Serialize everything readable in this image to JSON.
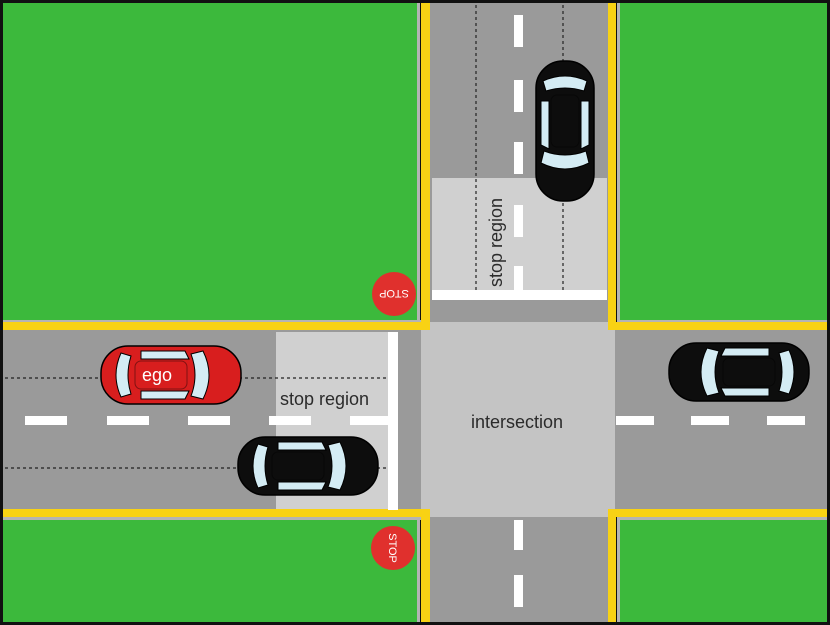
{
  "labels": {
    "intersection": "intersection",
    "stop_region_west": "stop region",
    "stop_region_north": "stop region",
    "ego": "ego"
  },
  "signs": {
    "stop_north": "STOP",
    "stop_south": "STOP"
  },
  "colors": {
    "grass": "#3cb93c",
    "road": "#9a9a9a",
    "stop_region": "#d0d0d0",
    "intersection": "#c4c4c4",
    "edge_line": "#f8d214",
    "lane_marking": "#ffffff",
    "stop_sign": "#e0302d",
    "ego_car": "#d81e1e",
    "other_car": "#0d0d0d",
    "car_glass": "#d4ecf4"
  }
}
